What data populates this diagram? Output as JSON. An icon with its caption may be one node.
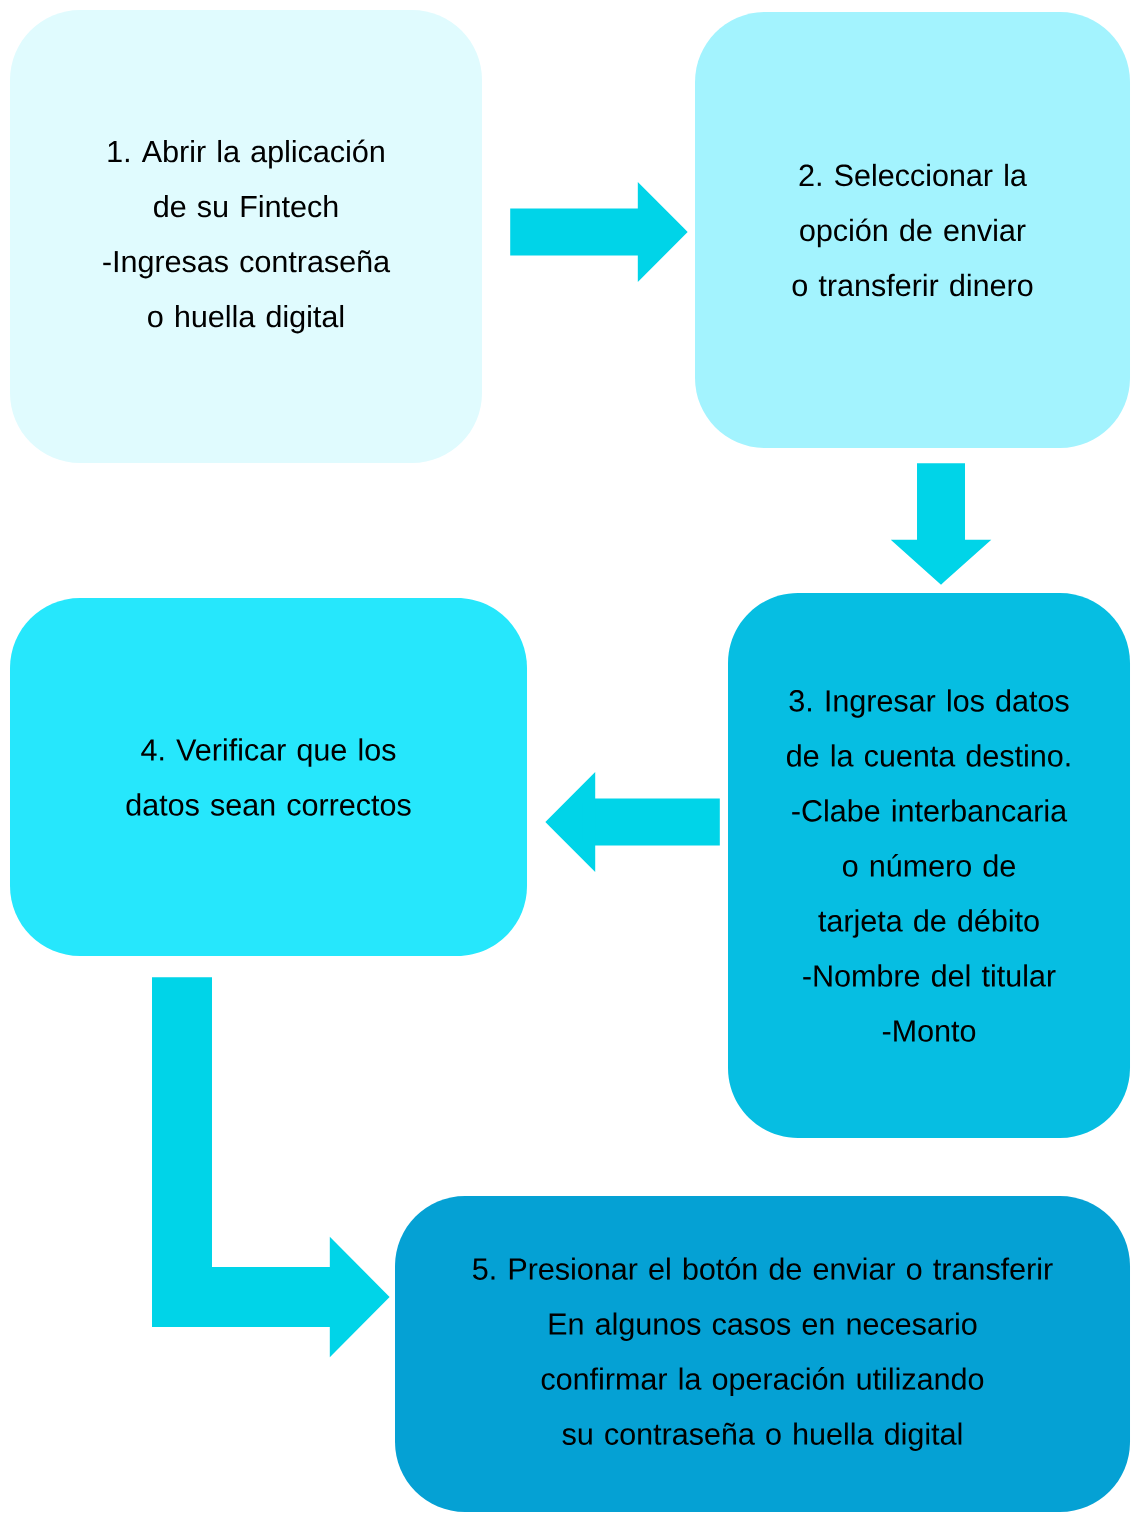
{
  "diagram": {
    "nodes": [
      {
        "text": [
          "1. Abrir la aplicación de su Fintech",
          "-Ingresas contraseña o huella digital"
        ]
      },
      {
        "text": [
          "2. Seleccionar la opción de enviar o transferir dinero"
        ]
      },
      {
        "text": [
          "3. Ingresar los datos de la cuenta destino.",
          "-Clabe interbancaria o número de tarjeta de débito",
          "-Nombre del titular",
          "-Monto"
        ]
      },
      {
        "text": [
          "4. Verificar que los datos sean correctos"
        ]
      },
      {
        "text": [
          "5. Presionar el botón de enviar o transferir",
          "En algunos casos en necesario confirmar la operación utilizando su contraseña o huella digital"
        ]
      }
    ],
    "edges": [
      {
        "from": 0,
        "to": 1,
        "arrow": "to"
      },
      {
        "from": 1,
        "to": 2,
        "arrow": "to"
      },
      {
        "from": 2,
        "to": 3,
        "arrow": "to"
      },
      {
        "from": 3,
        "to": 4,
        "arrow": "to"
      }
    ]
  }
}
